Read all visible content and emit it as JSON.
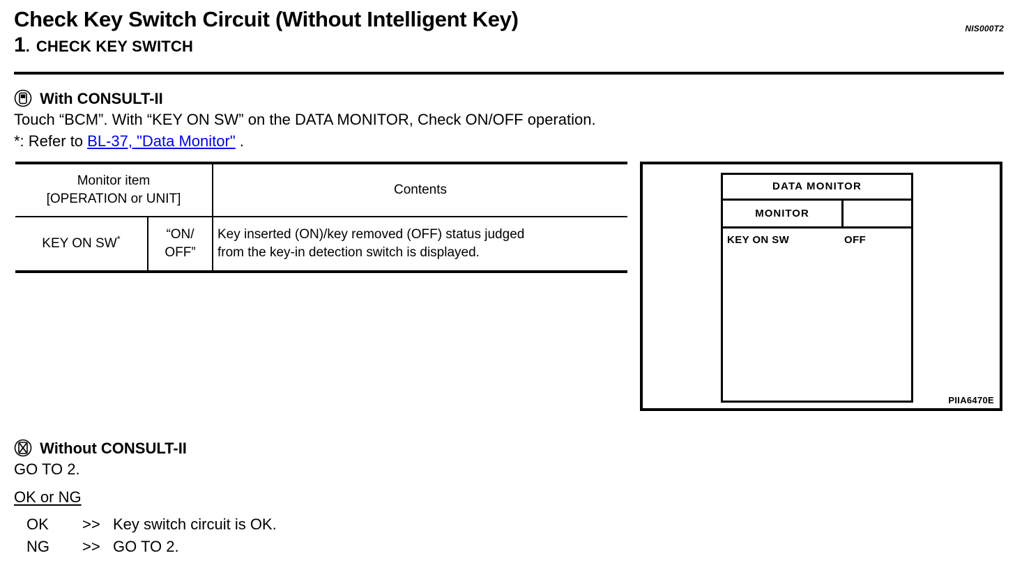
{
  "header": {
    "title": "Check Key Switch Circuit (Without Intelligent Key)",
    "reference_code": "NIS000T2",
    "step_number": "1",
    "step_dot": ".",
    "step_title": "CHECK KEY SWITCH"
  },
  "with_consult": {
    "icon": "consult-device-icon",
    "heading": "With CONSULT-II",
    "instruction": "Touch “BCM”. With “KEY ON SW” on the DATA MONITOR, Check ON/OFF operation.",
    "footnote_prefix": "*: Refer to ",
    "footnote_link": "BL-37, \"Data Monitor\"",
    "footnote_suffix": " ."
  },
  "monitor_table": {
    "headers": {
      "monitor_item_line1": "Monitor item",
      "monitor_item_line2": "[OPERATION or UNIT]",
      "contents": "Contents"
    },
    "rows": [
      {
        "item": "KEY ON SW",
        "item_superscript": "*",
        "unit_line1": "“ON/",
        "unit_line2": "OFF”",
        "contents_line1": "Key inserted (ON)/key removed (OFF) status judged",
        "contents_line2": "from the key-in detection switch is displayed."
      }
    ]
  },
  "figure": {
    "screen_title": "DATA MONITOR",
    "subrow_label": "MONITOR",
    "subrow_value": "",
    "data_rows": [
      {
        "name": "KEY ON SW",
        "value": "OFF"
      }
    ],
    "caption": "PIIA6470E"
  },
  "without_consult": {
    "icon": "consult-device-crossed-icon",
    "heading": "Without CONSULT-II",
    "instruction": "GO TO 2.",
    "decision_label": "OK or NG",
    "results": [
      {
        "label": "OK",
        "arrow": ">>",
        "text": "Key switch circuit is OK."
      },
      {
        "label": "NG",
        "arrow": ">>",
        "text": "GO TO 2."
      }
    ]
  },
  "colors": {
    "ink": "#000000",
    "paper": "#ffffff"
  }
}
